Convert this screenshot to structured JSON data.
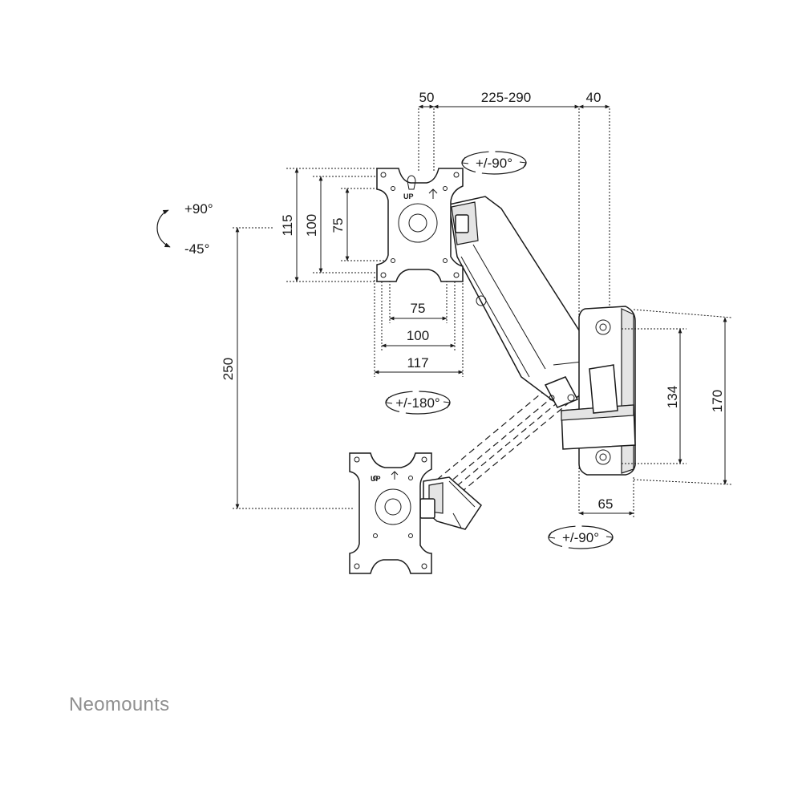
{
  "diagram": {
    "top_dims": [
      "50",
      "225-290",
      "40"
    ],
    "plate_heights": [
      "115",
      "100",
      "75"
    ],
    "plate_widths": [
      "75",
      "100",
      "117"
    ],
    "rotations": {
      "swivel_top": "+/-90°",
      "tilt_up": "+90°",
      "tilt_down": "-45°",
      "rotate": "+/-180°",
      "swivel_bottom": "+/-90°"
    },
    "height_range": "250",
    "wall_plate": [
      "134",
      "170",
      "65"
    ],
    "up_label": "UP"
  },
  "brand": "Neomounts"
}
